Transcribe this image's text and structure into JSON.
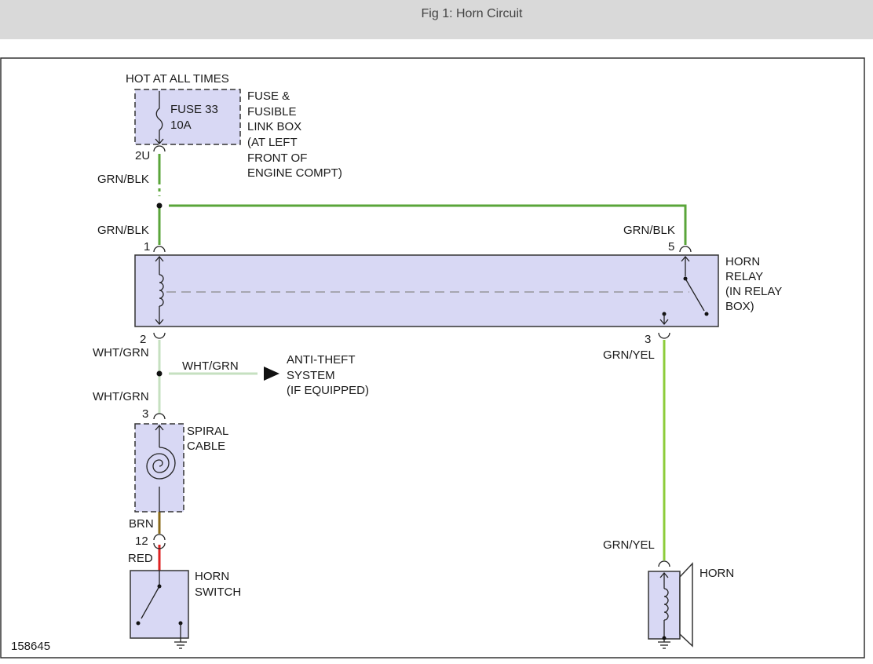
{
  "page": {
    "title": "Fig 1: Horn Circuit",
    "figure_id": "158645"
  },
  "colors": {
    "header_bg": "#d9d9d9",
    "component_fill": "#d8d8f4",
    "grn_blk": "#5aa53a",
    "wht_grn": "#c6e0c0",
    "grn_yel": "#8ccc3a",
    "brn": "#8a6a1a",
    "red": "#dd2222"
  },
  "fuse_box": {
    "supply": "HOT AT ALL TIMES",
    "fuse": "FUSE 33",
    "rating": "10A",
    "location": [
      "FUSE &",
      "FUSIBLE",
      "LINK BOX",
      "(AT LEFT",
      "FRONT OF",
      "ENGINE COMPT)"
    ],
    "pin": "2U"
  },
  "relay": {
    "name": [
      "HORN",
      "RELAY",
      "(IN RELAY",
      "BOX)"
    ],
    "pins": {
      "p1": "1",
      "p2": "2",
      "p3": "3",
      "p5": "5"
    }
  },
  "anti_theft": {
    "label": [
      "ANTI-THEFT",
      "SYSTEM",
      "(IF EQUIPPED)"
    ]
  },
  "spiral": {
    "label": [
      "SPIRAL",
      "CABLE"
    ],
    "pin_top": "3",
    "pin_bottom": "12"
  },
  "horn_switch": {
    "label": [
      "HORN",
      "SWITCH"
    ]
  },
  "horn": {
    "label": "HORN"
  },
  "wires": {
    "grn_blk": "GRN/BLK",
    "wht_grn": "WHT/GRN",
    "grn_yel": "GRN/YEL",
    "brn": "BRN",
    "red": "RED"
  }
}
